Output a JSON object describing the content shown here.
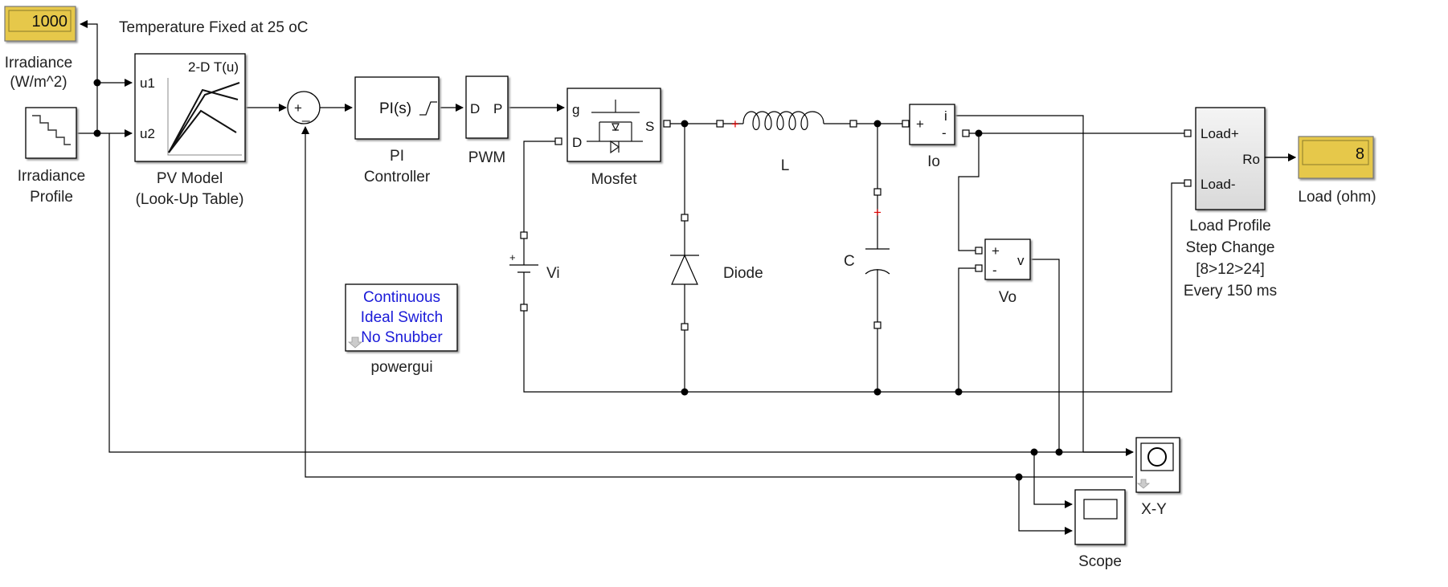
{
  "colors": {
    "display_fill": "#e6c84a",
    "powergui_text": "#1a1ad8",
    "polarity_mark": "#dd0000"
  },
  "annotations": {
    "temperature_note": "Temperature Fixed at 25 oC"
  },
  "blocks": {
    "irradiance_display": {
      "value": "1000",
      "label_line1": "Irradiance",
      "label_line2": "(W/m^2)"
    },
    "irradiance_profile": {
      "label_line1": "Irradiance",
      "label_line2": "Profile"
    },
    "pv_model": {
      "title": "2-D T(u)",
      "port_u1": "u1",
      "port_u2": "u2",
      "label_line1": "PV Model",
      "label_line2": "(Look-Up Table)"
    },
    "sum": {
      "plus": "+",
      "minus": "_"
    },
    "pi_controller": {
      "text": "PI(s)",
      "label_line1": "PI",
      "label_line2": "Controller"
    },
    "pwm": {
      "port_d": "D",
      "port_p": "P",
      "label": "PWM"
    },
    "mosfet": {
      "port_g": "g",
      "port_d": "D",
      "port_s": "S",
      "label": "Mosfet"
    },
    "vi": {
      "label": "Vi",
      "plus": "+"
    },
    "diode": {
      "label": "Diode"
    },
    "inductor": {
      "label": "L",
      "plus": "+"
    },
    "capacitor": {
      "label": "C",
      "plus": "+"
    },
    "io": {
      "plus": "+",
      "minus": "-",
      "out": "i",
      "label": "Io"
    },
    "vo": {
      "plus": "+",
      "minus": "-",
      "out": "v",
      "label": "Vo"
    },
    "load_profile": {
      "port_plus": "Load+",
      "port_minus": "Load-",
      "port_out": "Ro",
      "label_line1": "Load Profile",
      "label_line2": "Step Change",
      "label_line3": "[8>12>24]",
      "label_line4": "Every 150 ms"
    },
    "load_display": {
      "value": "8",
      "label": "Load (ohm)"
    },
    "powergui": {
      "line1": "Continuous",
      "line2": "Ideal Switch",
      "line3": "No Snubber",
      "label": "powergui"
    },
    "scope": {
      "label": "Scope"
    },
    "xy": {
      "label": "X-Y"
    }
  }
}
